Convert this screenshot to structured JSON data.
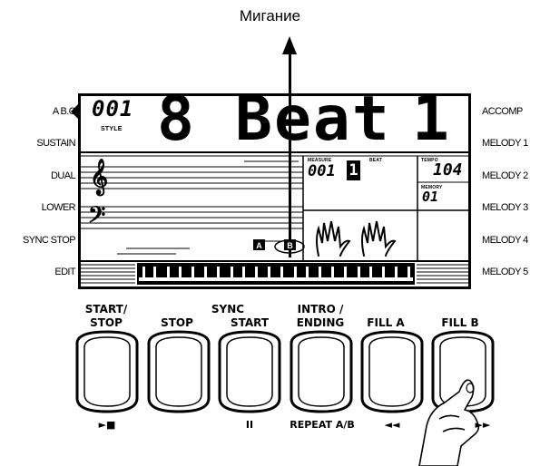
{
  "callout": {
    "label": "Мигание"
  },
  "left_labels": [
    "A B.C",
    "SUSTAIN",
    "DUAL",
    "LOWER",
    "SYNC STOP",
    "EDIT"
  ],
  "right_labels": [
    "ACCOMP",
    "MELODY 1",
    "MELODY 2",
    "MELODY 3",
    "MELODY 4",
    "MELODY 5"
  ],
  "lcd": {
    "style_number": "001",
    "style_caption": "STYLE",
    "big_digit": "8",
    "style_name": "Beat",
    "big_number": "1",
    "measure_caption": "MEASURE",
    "measure_value": "001",
    "beat_caption": "BEAT",
    "beat_value": "1",
    "tempo_caption": "TEMPO",
    "tempo_value": "104",
    "memory_caption": "MEMORY",
    "memory_value": "01",
    "section_a": "A",
    "section_b": "B"
  },
  "buttons": [
    {
      "label_line1": "START/",
      "label_line2": "STOP",
      "sub": "►■"
    },
    {
      "label_line1": "",
      "label_line2": "STOP",
      "sub": ""
    },
    {
      "label_line1": "",
      "label_line2": "START",
      "sub": "II"
    },
    {
      "label_line1": "INTRO /",
      "label_line2": "ENDING",
      "sub": "REPEAT A/B"
    },
    {
      "label_line1": "",
      "label_line2": "FILL A",
      "sub": "◄◄"
    },
    {
      "label_line1": "",
      "label_line2": "FILL B",
      "sub": "►►"
    }
  ],
  "sync_group_label": "SYNC"
}
